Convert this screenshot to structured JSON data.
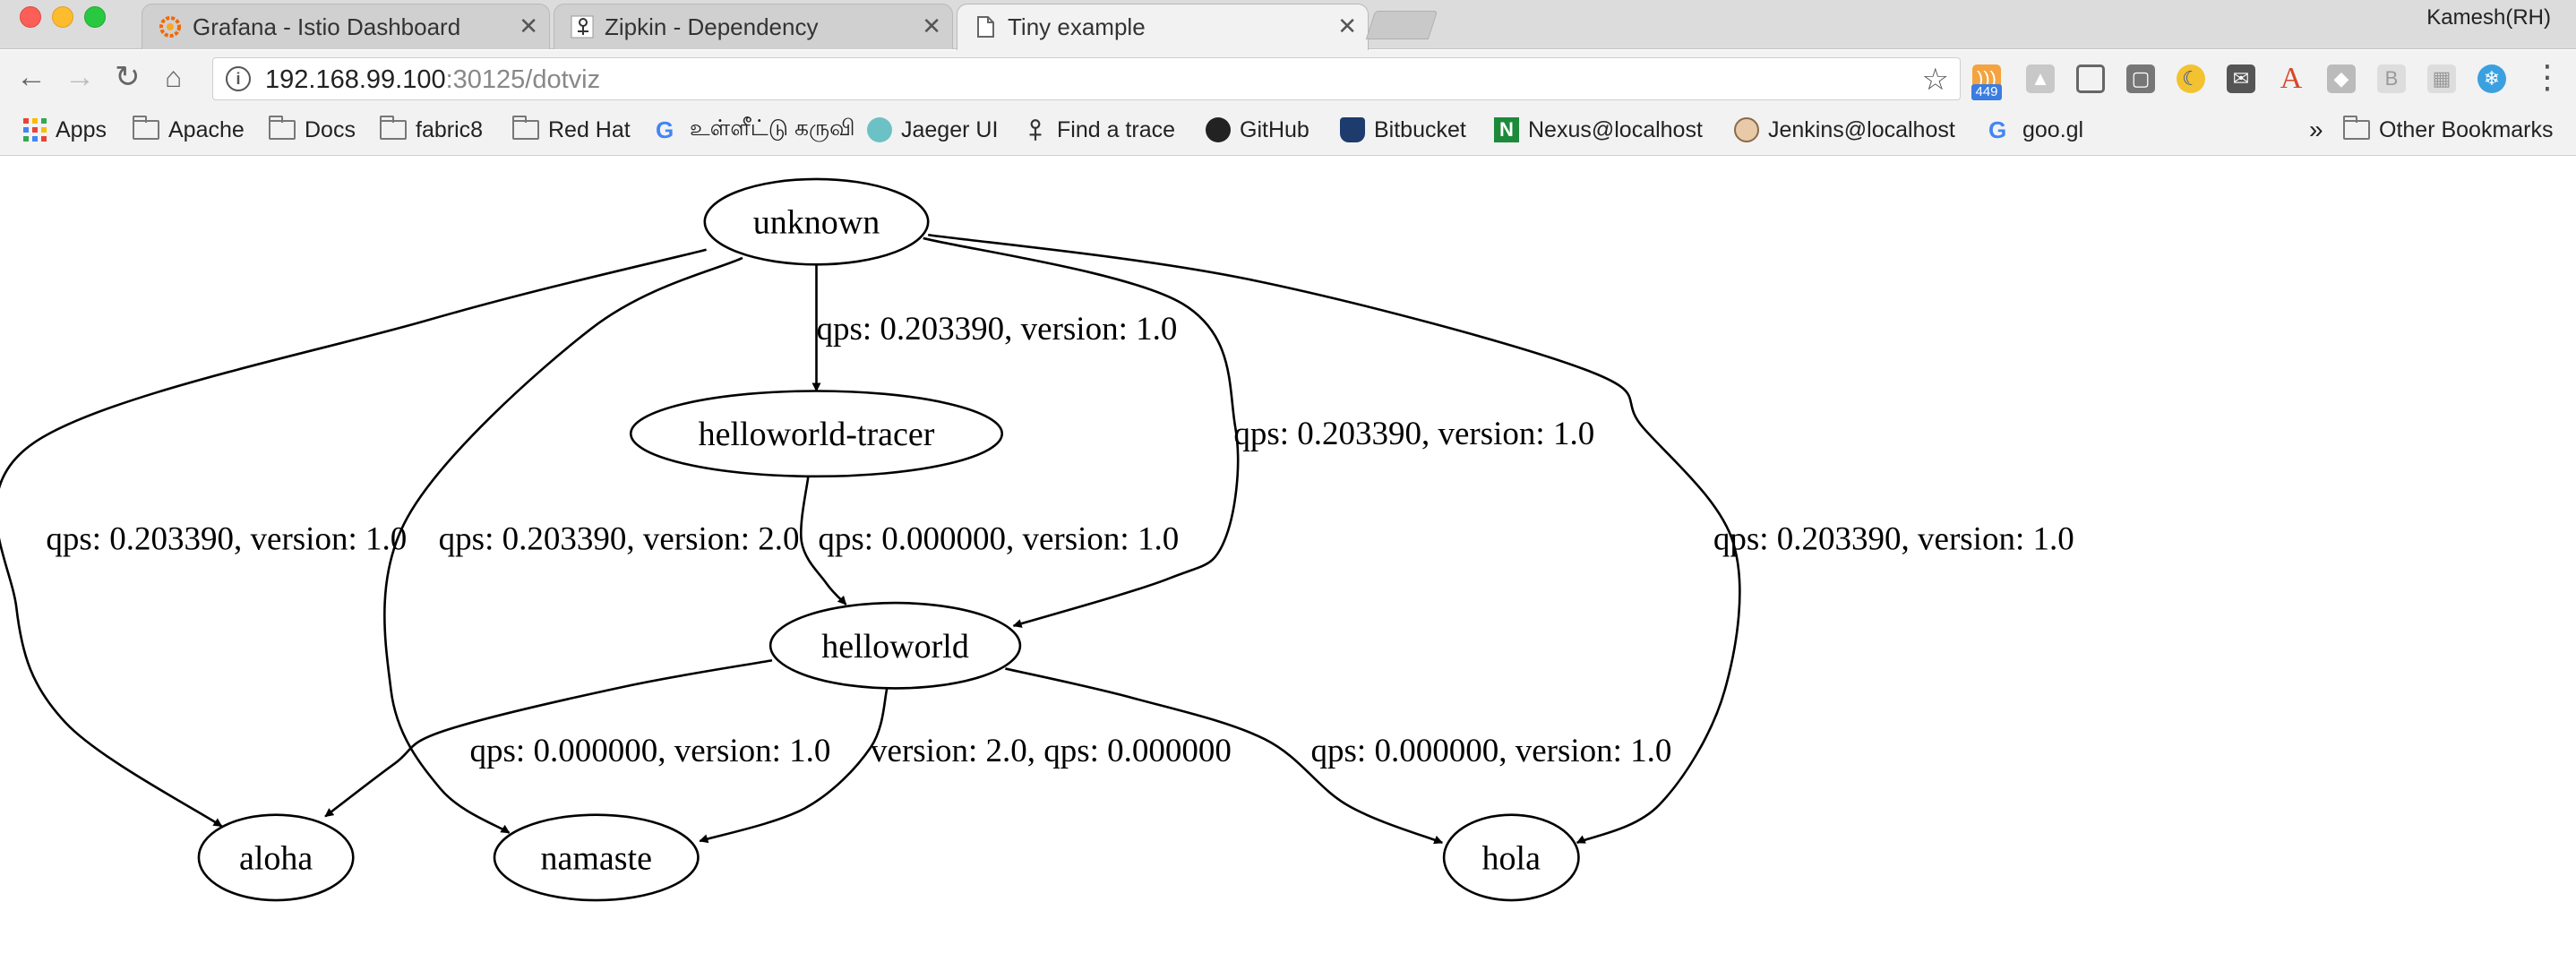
{
  "window": {
    "profile_name": "Kamesh(RH)",
    "tabs": [
      {
        "title": "Grafana - Istio Dashboard",
        "favicon": "grafana-icon",
        "active": false
      },
      {
        "title": "Zipkin - Dependency",
        "favicon": "zipkin-icon",
        "active": false
      },
      {
        "title": "Tiny example",
        "favicon": "document-icon",
        "active": true
      }
    ]
  },
  "toolbar": {
    "url_host": "192.168.99.100",
    "url_rest": ":30125/dotviz",
    "rss_badge": "449"
  },
  "bookmarks": {
    "items": [
      {
        "label": "Apps",
        "icon": "apps-grid-icon"
      },
      {
        "label": "Apache",
        "icon": "folder-icon"
      },
      {
        "label": "Docs",
        "icon": "folder-icon"
      },
      {
        "label": "fabric8",
        "icon": "folder-icon"
      },
      {
        "label": "Red Hat",
        "icon": "folder-icon"
      },
      {
        "label": "உள்ளீட்டு கருவி",
        "icon": "google-icon"
      },
      {
        "label": "Jaeger UI",
        "icon": "jaeger-icon"
      },
      {
        "label": "Find a trace",
        "icon": "zipkin-icon"
      },
      {
        "label": "GitHub",
        "icon": "github-icon"
      },
      {
        "label": "Bitbucket",
        "icon": "bitbucket-icon"
      },
      {
        "label": "Nexus@localhost",
        "icon": "nexus-icon"
      },
      {
        "label": "Jenkins@localhost",
        "icon": "jenkins-icon"
      },
      {
        "label": "goo.gl",
        "icon": "google-icon"
      }
    ],
    "overflow": "»",
    "other": "Other Bookmarks"
  },
  "graph": {
    "nodes": [
      {
        "id": "unknown",
        "label": "unknown"
      },
      {
        "id": "helloworld-tracer",
        "label": "helloworld-tracer"
      },
      {
        "id": "helloworld",
        "label": "helloworld"
      },
      {
        "id": "aloha",
        "label": "aloha"
      },
      {
        "id": "namaste",
        "label": "namaste"
      },
      {
        "id": "hola",
        "label": "hola"
      }
    ],
    "edges": [
      {
        "from": "unknown",
        "to": "helloworld-tracer",
        "label": "qps: 0.203390, version: 1.0"
      },
      {
        "from": "unknown",
        "to": "helloworld",
        "label": "qps: 0.203390, version: 1.0"
      },
      {
        "from": "unknown",
        "to": "aloha",
        "label": "qps: 0.203390, version: 1.0"
      },
      {
        "from": "unknown",
        "to": "namaste",
        "label": "qps: 0.203390, version: 2.0"
      },
      {
        "from": "unknown",
        "to": "hola",
        "label": "qps: 0.203390, version: 1.0"
      },
      {
        "from": "helloworld-tracer",
        "to": "helloworld",
        "label": "qps: 0.000000, version: 1.0"
      },
      {
        "from": "helloworld",
        "to": "aloha",
        "label": "qps: 0.000000, version: 1.0"
      },
      {
        "from": "helloworld",
        "to": "namaste",
        "label": "version: 2.0, qps: 0.000000"
      },
      {
        "from": "helloworld",
        "to": "hola",
        "label": "qps: 0.000000, version: 1.0"
      }
    ]
  }
}
